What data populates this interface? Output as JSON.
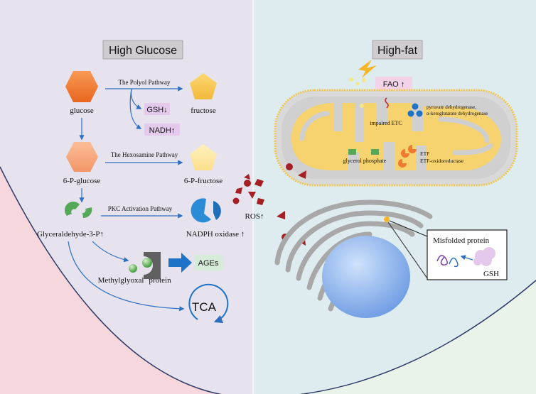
{
  "left_panel": {
    "title": "High Glucose",
    "glucose": "glucose",
    "fructose": "fructose",
    "polyol_pathway": "The Polyol Pathway",
    "gsh_down": "GSH↓",
    "nadh_up": "NADH↑",
    "hexosamine_pathway": "The Hexosamine Pathway",
    "g6p": "6-P-glucose",
    "f6p": "6-P-fructose",
    "pkc_pathway": "PKC Activation Pathway",
    "g3p": "Glyceraldehyde-3-P↑",
    "nadph_oxidase": "NADPH oxidase ↑",
    "methylglyoxal": "Methylglyoxal",
    "protein": "protein",
    "ages": "AGEs",
    "tca": "TCA"
  },
  "right_panel": {
    "title": "High-fat",
    "fao": "FAO ↑",
    "impaired_etc": "impaired ETC",
    "pdh_line1": "pyruvate dehydrogenase,",
    "pdh_line2": "α-ketoglutarate dehydrogenase",
    "glycerol_phosphate": "glycerol phosphate",
    "etf_line1": "ETF",
    "etf_line2": "ETF-oxidoreductase",
    "ros": "ROS↑",
    "misfolded_protein": "Misfolded protein",
    "gsh": "GSH"
  },
  "colors": {
    "left_bg": "#e6e3ee",
    "left_bottom_bg": "#f6d7dd",
    "right_bg": "#deecef",
    "right_bottom_bg": "#eaf3ea",
    "arrow_blue": "#2f6fc0",
    "ros_red": "#a61f24",
    "glucose_orange": "#f07a30",
    "fructose_yellow": "#f7c84a"
  }
}
